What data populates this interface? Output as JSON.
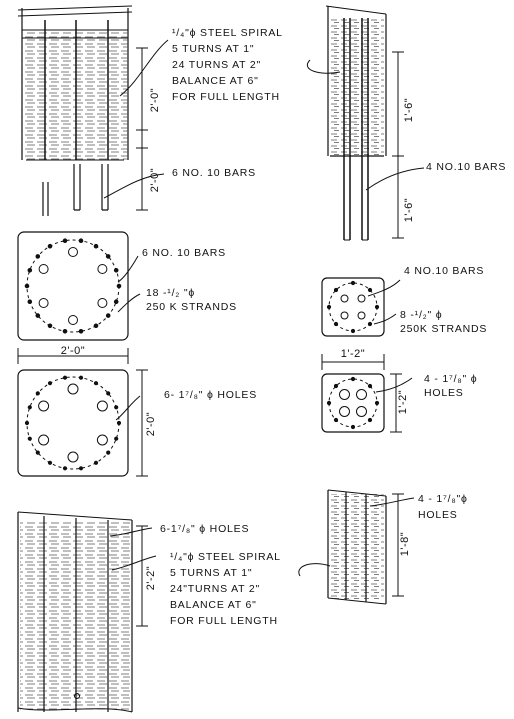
{
  "labels": {
    "tl_spiral": [
      "¹/₄\"ϕ STEEL SPIRAL",
      "5 TURNS AT 1\"",
      "24 TURNS AT 2\"",
      "BALANCE AT 6\"",
      "FOR FULL LENGTH"
    ],
    "tl_bars": "6 NO. 10 BARS",
    "tr_bars": "4 NO.10 BARS",
    "ml_bars": "6 NO. 10 BARS",
    "ml_strands": [
      "18 -¹/₂ \"ϕ",
      "250 K STRANDS"
    ],
    "mr_bars": "4 NO.10 BARS",
    "mr_strands": [
      "8 -¹/₂\" ϕ",
      "250K STRANDS"
    ],
    "ml_holes": "6- 1⁷/₈\" ϕ HOLES",
    "mr_holes": [
      "4 - 1⁷/₈\" ϕ",
      "HOLES"
    ],
    "bl_holes": "6-1⁷/₈\" ϕ HOLES",
    "bl_spiral": [
      "¹/₄\"ϕ STEEL SPIRAL",
      "5 TURNS AT 1\"",
      "24\"TURNS AT 2\"",
      "BALANCE AT 6\"",
      "FOR FULL LENGTH"
    ],
    "br_holes": [
      "4 - 1⁷/₈\"ϕ",
      "HOLES"
    ]
  },
  "dimensions": {
    "tl_upper": "2'-0\"",
    "tl_lower": "2'-0\"",
    "tr_upper": "1'-6\"",
    "tr_lower": "1'-6\"",
    "ml_width": "2'-0\"",
    "ml_height": "2'-0\"",
    "mr_width": "1'-2\"",
    "mr_height": "1'-2\"",
    "bl_height": "2'-2\"",
    "br_height": "1'-8\""
  }
}
